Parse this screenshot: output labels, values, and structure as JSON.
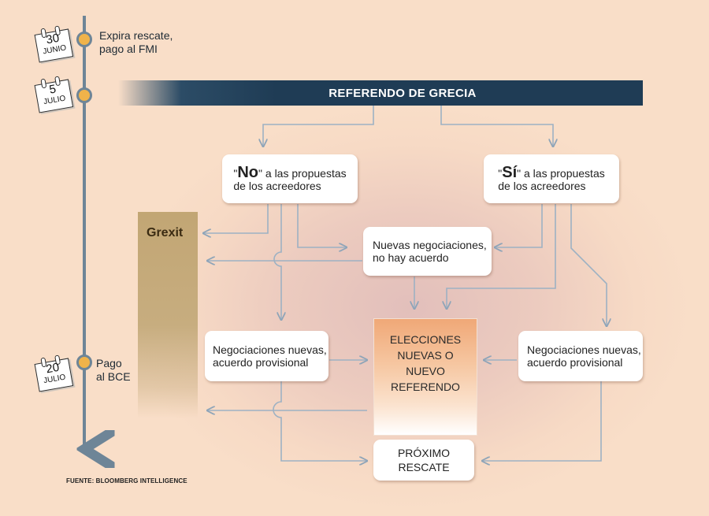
{
  "banner": "REFERENDO DE GRECIA",
  "timeline": [
    {
      "day": "30",
      "month": "JUNIO",
      "label": "Expira rescate,\npago al FMI"
    },
    {
      "day": "5",
      "month": "JULIO",
      "label": ""
    },
    {
      "day": "20",
      "month": "JULIO",
      "label": "Pago\nal BCE"
    }
  ],
  "boxes": {
    "no_keyword": "No",
    "no_rest_line1": "\" a las propuestas",
    "no_line2": "de los acreedores",
    "si_keyword": "Sí",
    "si_rest_line1": "\" a las propuestas",
    "si_line2": "de los acreedores",
    "quote_open": "\"",
    "nuevas_negociaciones": "Nuevas negociaciones,\nno hay acuerdo",
    "negociaciones_left": "Negociaciones nuevas,\nacuerdo provisional",
    "negociaciones_right": "Negociaciones nuevas,\nacuerdo provisional",
    "elecciones": "ELECCIONES\nNUEVAS O\nNUEVO\nREFERENDO",
    "proximo": "PRÓXIMO\nRESCATE"
  },
  "grexit": "Grexit",
  "source": "FUENTE: BLOOMBERG INTELLIGENCE",
  "colors": {
    "background": "#f8dcc6",
    "banner": "#1f3c55",
    "grexit_bar": "#c2a674",
    "arrow": "#8ea4b8",
    "timeline_line": "#6e8597",
    "timeline_dot": "#f0b34a",
    "elecciones_top": "#f0a877"
  }
}
